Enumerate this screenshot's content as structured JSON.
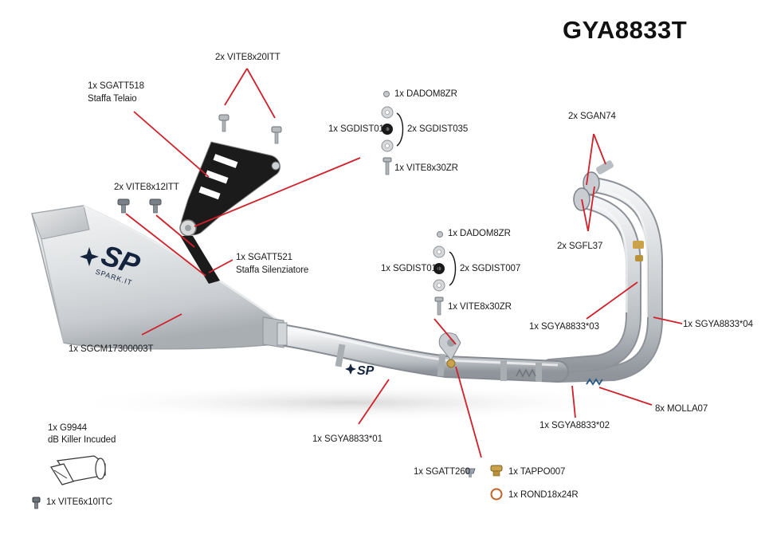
{
  "diagram": {
    "title": "GYA8833T",
    "labels": {
      "vite8x20itt": "2x VITE8x20ITT",
      "sgatt518": "1x SGATT518",
      "staffa_telaio": "Staffa Telaio",
      "dadom8zr_top": "1x DADOM8ZR",
      "sgdist011_top": "1x SGDIST011",
      "sgdist035": "2x SGDIST035",
      "vite8x30zr_top": "1x VITE8x30ZR",
      "sgan74": "2x SGAN74",
      "vite8x12itt": "2x VITE8x12ITT",
      "sgfl37": "2x SGFL37",
      "sgatt521": "1x SGATT521",
      "staffa_silenziatore": "Staffa Silenziatore",
      "dadom8zr_mid": "1x DADOM8ZR",
      "sgdist011_mid": "1x SGDIST011",
      "sgdist007": "2x SGDIST007",
      "vite8x30zr_mid": "1x VITE8x30ZR",
      "sgya8833_03": "1x SGYA8833*03",
      "sgya8833_04": "1x SGYA8833*04",
      "sgcm": "1x SGCM17300003T",
      "molla07": "8x MOLLA07",
      "sgya8833_02": "1x SGYA8833*02",
      "sgya8833_01": "1x SGYA8833*01",
      "g9944": "1x G9944",
      "db_killer": "dB Killer Incuded",
      "sgatt260": "1x SGATT260",
      "tappo007": "1x TAPPO007",
      "rond18x24r": "1x ROND18x24R",
      "vite6x10itc": "1x VITE6x10ITC"
    },
    "logo": {
      "brand": "SP",
      "website": "SPARK.IT"
    },
    "colors": {
      "leader": "#d0202a",
      "leader_black": "#111111",
      "metal_light": "#e6e8ea",
      "metal_dark": "#9aa0a6",
      "bracket": "#1b1b1b",
      "logo": "#15243e",
      "washer_ring": "#c0622a"
    }
  }
}
